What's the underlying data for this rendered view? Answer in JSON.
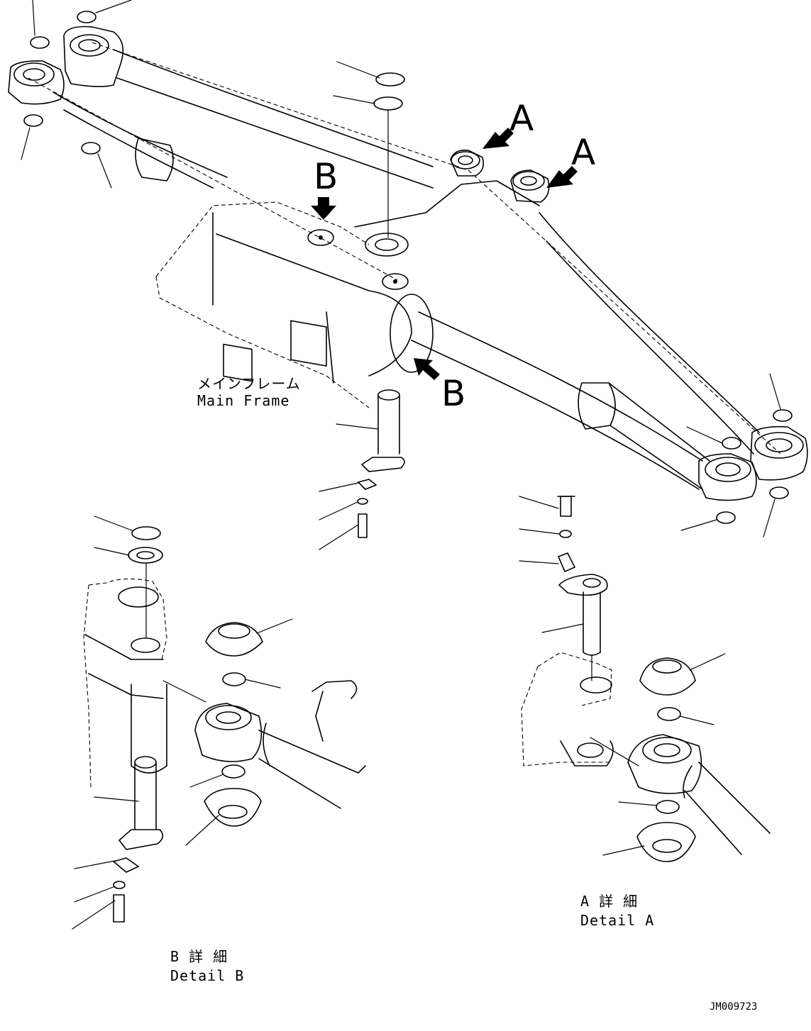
{
  "labels": {
    "main_frame_jp": "メインフレーム",
    "main_frame_en": "Main Frame",
    "detail_a_jp": "A 詳 細",
    "detail_a_en": "Detail A",
    "detail_b_jp": "B 詳 細",
    "detail_b_en": "Detail B",
    "drawing_code": "JM009723"
  },
  "callouts": {
    "a_top_left": "A",
    "a_top_right": "A",
    "b_upper": "B",
    "b_lower": "B"
  }
}
